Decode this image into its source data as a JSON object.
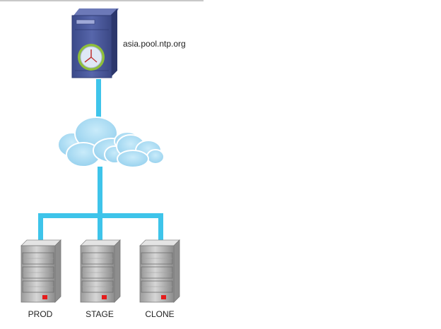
{
  "diagram": {
    "ntp_server": {
      "label": "asia.pool.ntp.org",
      "icon": "ntp-server-clock-icon"
    },
    "network": {
      "icon": "cloud-icon"
    },
    "servers": [
      {
        "label": "PROD",
        "icon": "server-tower-icon"
      },
      {
        "label": "STAGE",
        "icon": "server-tower-icon"
      },
      {
        "label": "CLONE",
        "icon": "server-tower-icon"
      }
    ],
    "colors": {
      "link": "#3ec4ea",
      "cloud": "#a9d9f0",
      "ntp_body": "#4b5a9c",
      "server_body": "#b9b9b9",
      "status_led": "#e51c1c"
    }
  }
}
